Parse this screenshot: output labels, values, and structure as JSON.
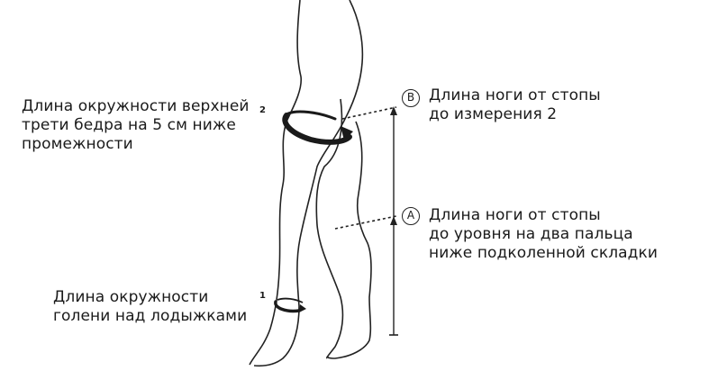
{
  "labels": {
    "thigh_circumference": "Длина окружности верхней\nтрети бедра на 5 см ниже\nпромежности",
    "ankle_circumference": "Длина окружности\nголени над лодыжками",
    "leg_length_b": "Длина ноги от стопы\nдо измерения 2",
    "leg_length_a": "Длина ноги от стопы\nдо уровня на два пальца\nниже подколенной складки"
  },
  "markers": {
    "num_2": "2",
    "num_1": "1",
    "badge_b": "B",
    "badge_a": "A"
  }
}
